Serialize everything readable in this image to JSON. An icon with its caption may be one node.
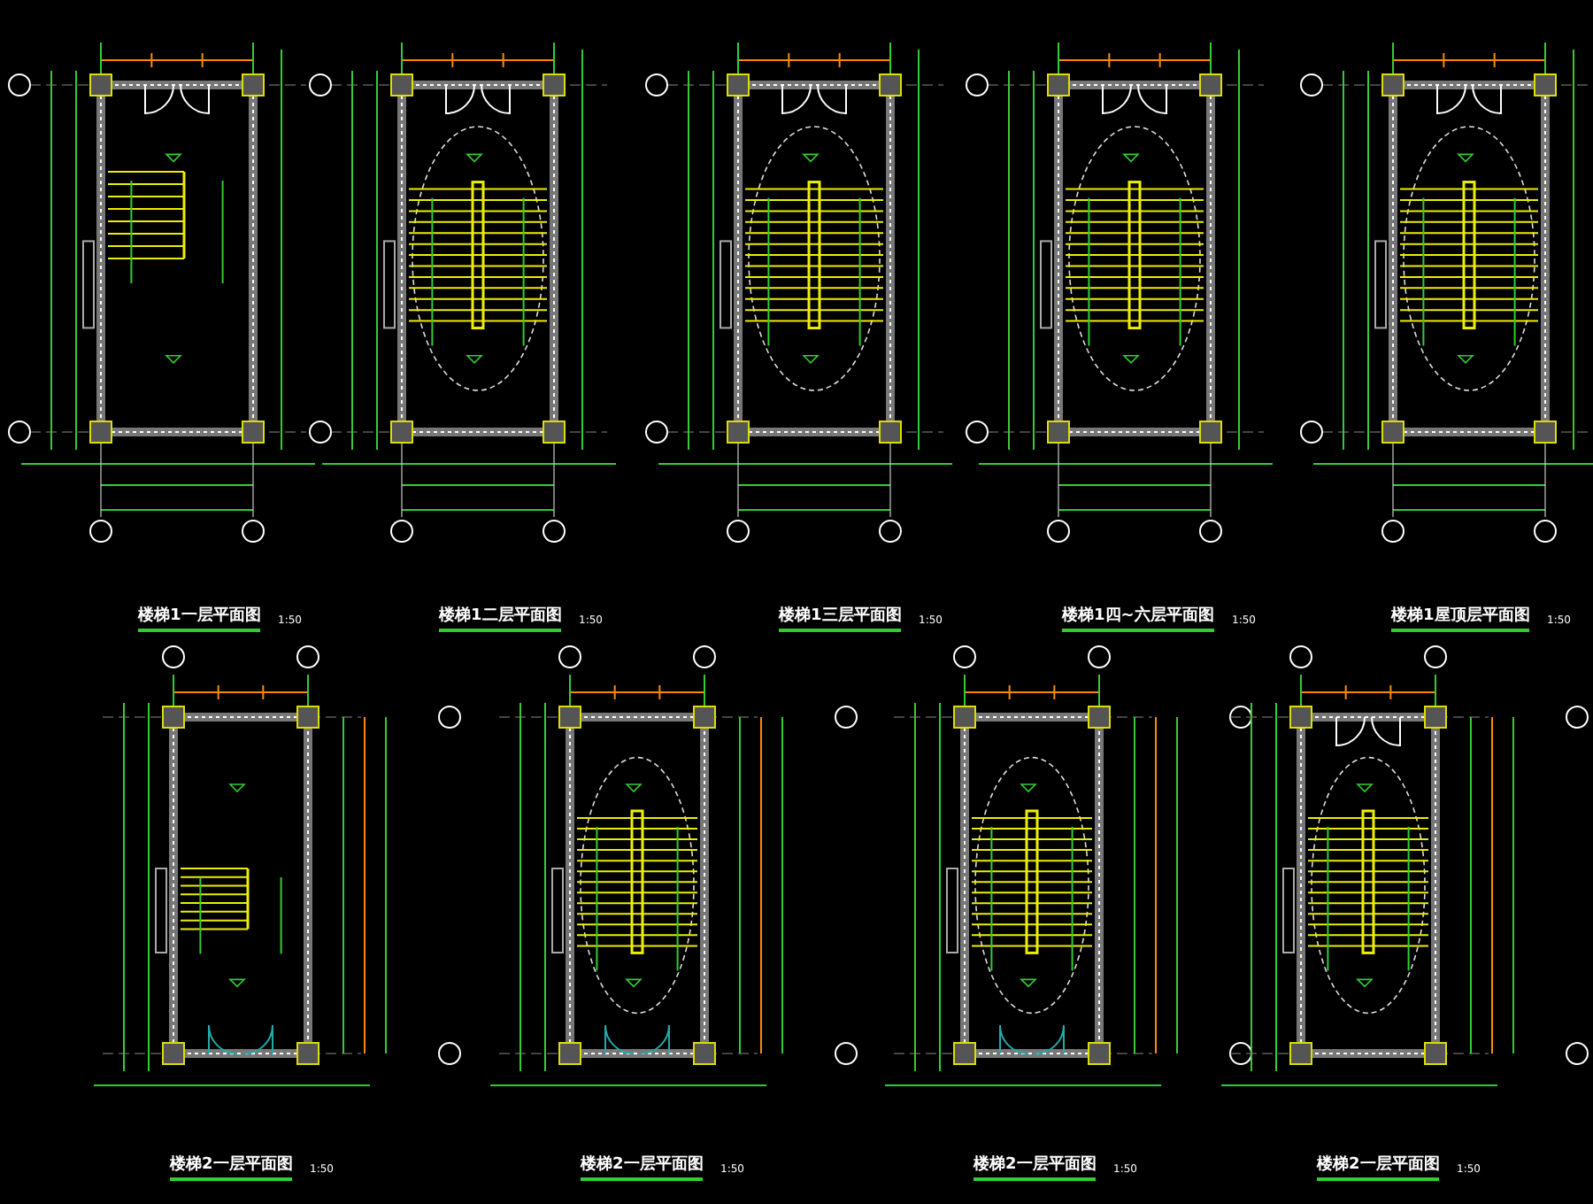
{
  "diagram": {
    "labels": [
      "楼梯1一层平面图",
      "1:50",
      "楼梯1二层平面图",
      "1:50",
      "楼梯1三层平面图",
      "1:50",
      "楼梯1四~六层平面图",
      "1:50",
      "楼梯1屋顶层平面图",
      "1:50",
      "楼梯2一层平面图",
      "1:50",
      "楼梯2一层平面图",
      "1:50",
      "楼梯2一层平面图",
      "1:50",
      "楼梯2一层平面图",
      "1:50"
    ]
  }
}
